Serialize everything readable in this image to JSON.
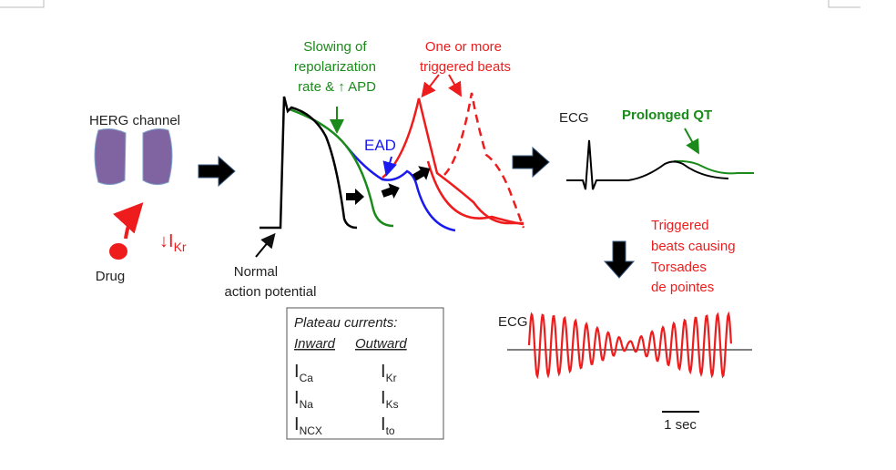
{
  "herg": {
    "label": "HERG channel",
    "drug_label": "Drug",
    "current_prefix": "↓I",
    "current_sub": "Kr"
  },
  "action_potential": {
    "slowing_label": [
      "Slowing of",
      "repolarization",
      "rate & ↑ APD"
    ],
    "triggered_label": [
      "One or more",
      "triggered beats"
    ],
    "ead_label": "EAD",
    "normal_label": [
      "Normal",
      "action potential"
    ]
  },
  "plateau_box": {
    "title": "Plateau currents:",
    "inward_header": "Inward",
    "outward_header": "Outward",
    "inward": [
      {
        "base": "I",
        "sub": "Ca"
      },
      {
        "base": "I",
        "sub": "Na"
      },
      {
        "base": "I",
        "sub": "NCX"
      }
    ],
    "outward": [
      {
        "base": "I",
        "sub": "Kr"
      },
      {
        "base": "I",
        "sub": "Ks"
      },
      {
        "base": "I",
        "sub": "to"
      }
    ]
  },
  "ecg_top": {
    "label": "ECG",
    "prolonged_label": "Prolonged QT"
  },
  "torsades": {
    "label": [
      "Triggered",
      "beats causing",
      "Torsades",
      "de pointes"
    ],
    "ecg_label": "ECG",
    "scale_label": "1 sec"
  },
  "colors": {
    "green": "#1a8a1a",
    "red": "#ee1c1c",
    "blue": "#1a1aee",
    "purple": "#8064a2"
  }
}
